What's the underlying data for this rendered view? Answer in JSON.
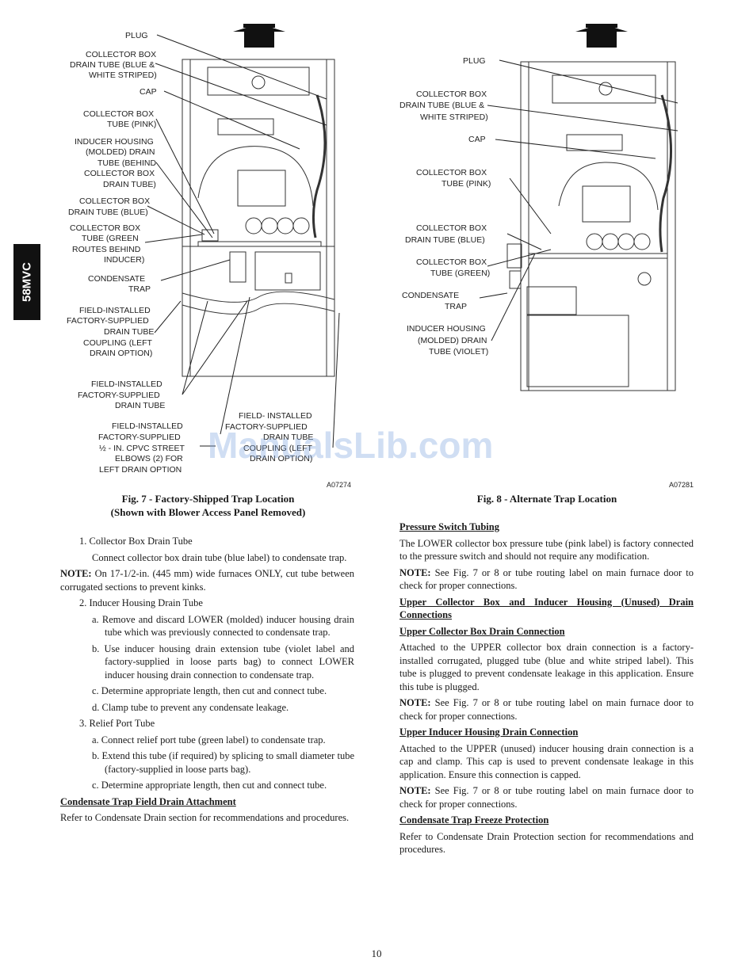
{
  "side_tab": "58MVC",
  "watermark": "ManualsLib.com",
  "fig7": {
    "labels": {
      "plug": "PLUG",
      "cbdt_bw1": "COLLECTOR BOX",
      "cbdt_bw2": "DRAIN TUBE (BLUE &",
      "cbdt_bw3": "WHITE STRIPED)",
      "cap": "CAP",
      "cbt_pink1": "COLLECTOR BOX",
      "cbt_pink2": "TUBE (PINK)",
      "ihd1": "INDUCER HOUSING",
      "ihd2": "(MOLDED) DRAIN",
      "ihd3": "TUBE (BEHIND",
      "ihd4": "COLLECTOR BOX",
      "ihd5": "DRAIN TUBE)",
      "cbdt_blue1": "COLLECTOR BOX",
      "cbdt_blue2": "DRAIN TUBE (BLUE)",
      "cbt_green1": "COLLECTOR BOX",
      "cbt_green2": "TUBE (GREEN",
      "cbt_green3": "ROUTES BEHIND",
      "cbt_green4": "INDUCER)",
      "ct1": "CONDENSATE",
      "ct2": "TRAP",
      "fic1": "FIELD-INSTALLED",
      "fic2": "FACTORY-SUPPLIED",
      "fic3": "DRAIN TUBE",
      "fic4": "COUPLING (LEFT",
      "fic5": "DRAIN OPTION)",
      "fidt1": "FIELD-INSTALLED",
      "fidt2": "FACTORY-SUPPLIED",
      "fidt3": "DRAIN TUBE",
      "fie1": "FIELD-INSTALLED",
      "fie2": "FACTORY-SUPPLIED",
      "fie3": "½ - IN. CPVC STREET",
      "fie4": "ELBOWS (2) FOR",
      "fie5": "LEFT DRAIN OPTION",
      "fir1": "FIELD- INSTALLED",
      "fir2": "FACTORY-SUPPLIED",
      "fir3": "DRAIN TUBE",
      "fir4": "COUPLING (LEFT",
      "fir5": "DRAIN OPTION)"
    },
    "code": "A07274",
    "caption_line1": "Fig. 7 - Factory-Shipped Trap Location",
    "caption_line2": "(Shown with Blower Access Panel Removed)"
  },
  "fig8": {
    "labels": {
      "plug": "PLUG",
      "cbdt1": "COLLECTOR BOX",
      "cbdt2": "DRAIN TUBE (BLUE &",
      "cbdt3": "WHITE STRIPED)",
      "cap": "CAP",
      "pink1": "COLLECTOR BOX",
      "pink2": "TUBE (PINK)",
      "blue1": "COLLECTOR BOX",
      "blue2": "DRAIN TUBE (BLUE)",
      "green1": "COLLECTOR BOX",
      "green2": "TUBE (GREEN)",
      "ct1": "CONDENSATE",
      "ct2": "TRAP",
      "ih1": "INDUCER HOUSING",
      "ih2": "(MOLDED) DRAIN",
      "ih3": "TUBE (VIOLET)"
    },
    "code": "A07281",
    "caption": "Fig. 8 - Alternate Trap Location"
  },
  "left_col": {
    "item1_title": "1. Collector Box Drain Tube",
    "item1_body": "Connect collector box drain tube (blue label) to condensate trap.",
    "note_label": "NOTE:",
    "note_body": " On 17-1/2-in. (445 mm) wide furnaces ONLY, cut tube between corrugated sections to prevent kinks.",
    "item2_title": "2. Inducer Housing Drain Tube",
    "item2_a": "a. Remove and discard LOWER (molded) inducer housing drain tube which was previously connected to condensate trap.",
    "item2_b": "b. Use inducer housing drain extension tube (violet label and factory-supplied in loose parts bag) to connect LOWER inducer housing drain connection to condensate trap.",
    "item2_c": "c. Determine appropriate length, then cut and connect tube.",
    "item2_d": "d. Clamp tube to prevent any condensate leakage.",
    "item3_title": "3. Relief Port Tube",
    "item3_a": "a. Connect relief port tube (green label) to condensate trap.",
    "item3_b": "b. Extend this tube (if required) by splicing to small diameter tube (factory-supplied in loose parts bag).",
    "item3_c": "c. Determine appropriate length, then cut and connect tube.",
    "heading_field": "Condensate Trap Field Drain Attachment",
    "field_body": "Refer to Condensate Drain section for recommendations and procedures."
  },
  "right_col": {
    "h_pressure": "Pressure Switch Tubing",
    "p_pressure": "The LOWER collector box pressure tube (pink label) is factory connected to the pressure switch and should not require any modification.",
    "note_label": "NOTE:",
    "note_body": " See Fig. 7 or 8 or tube routing label on main furnace door to check for proper connections.",
    "h_upper_unused": "Upper Collector Box and Inducer Housing (Unused) Drain Connections",
    "h_upper_cb": "Upper Collector Box Drain Connection",
    "p_upper_cb": "Attached to the UPPER collector box drain connection is a factory-installed corrugated, plugged tube (blue and white striped label). This tube is plugged to prevent condensate leakage in this application. Ensure this tube is plugged.",
    "h_upper_ih": "Upper Inducer Housing Drain Connection",
    "p_upper_ih": "Attached to the UPPER (unused) inducer housing drain connection is a cap and clamp. This cap is used to prevent condensate leakage in this application. Ensure this connection is capped.",
    "h_freeze": "Condensate Trap Freeze Protection",
    "p_freeze": "Refer to Condensate Drain Protection section for recommendations and procedures."
  },
  "page_number": "10"
}
